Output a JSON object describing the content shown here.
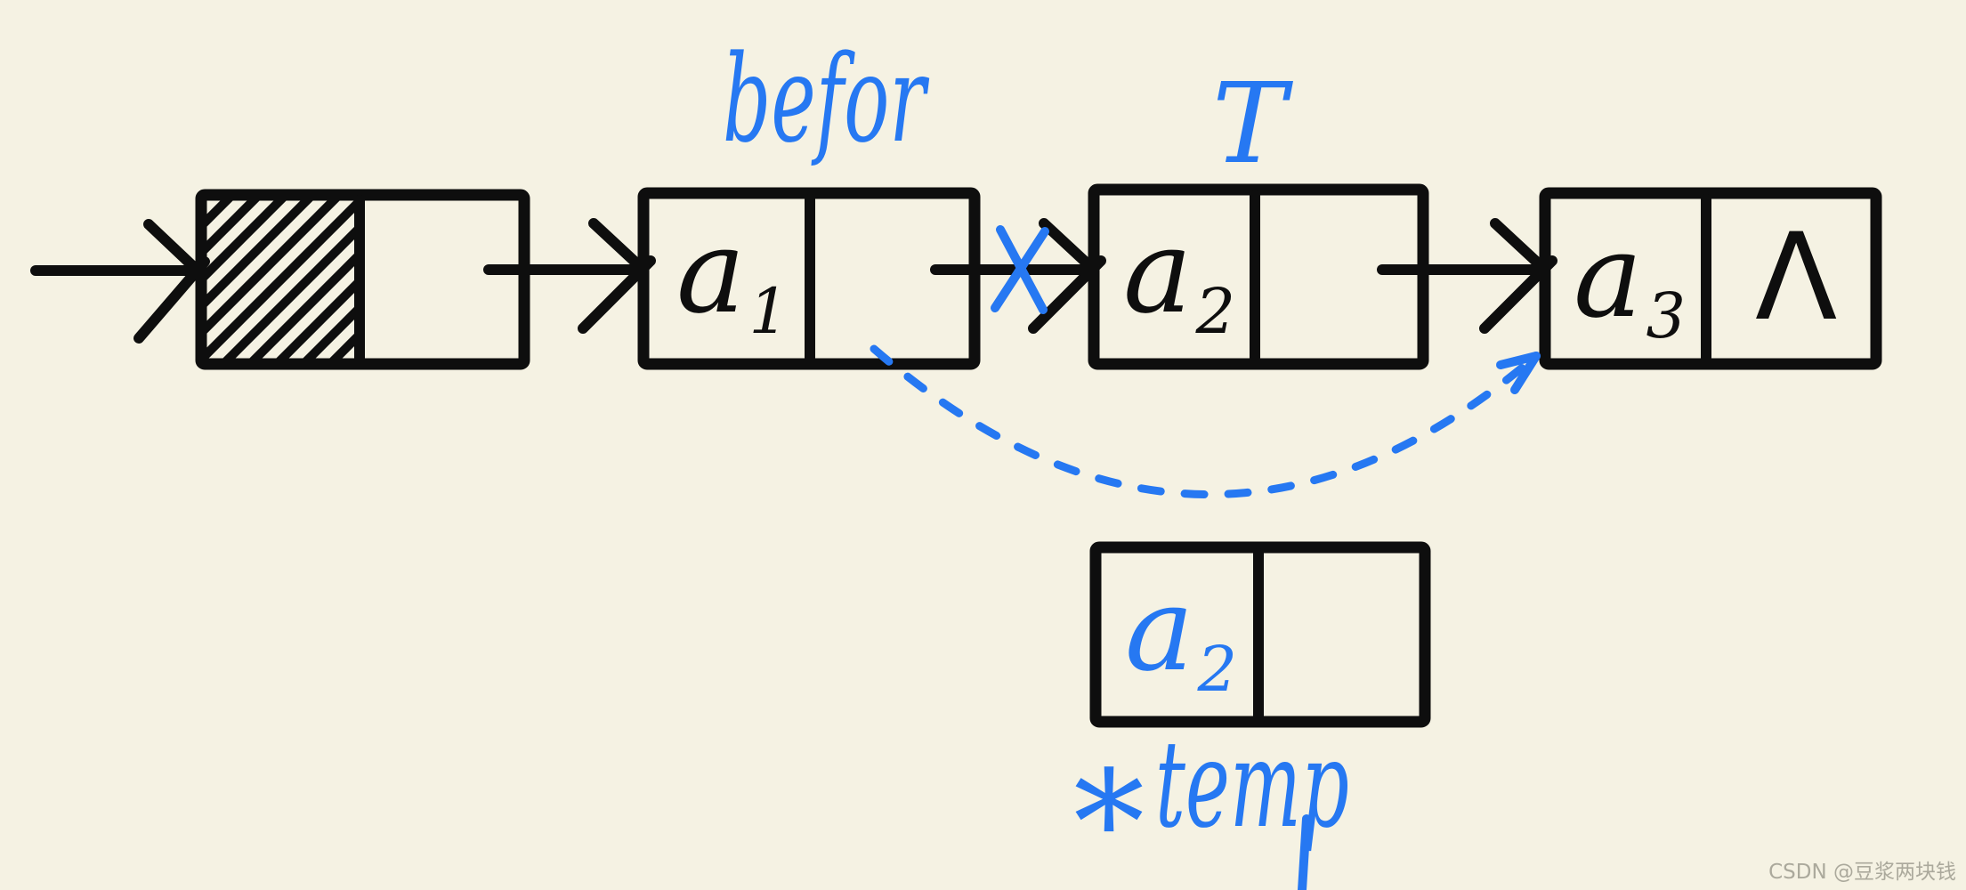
{
  "diagram": {
    "before_annotation": "befor",
    "t_annotation": "T",
    "temp_annotation": {
      "star": "*",
      "word": "temp"
    },
    "null_symbol": "Λ",
    "cells": {
      "a1": {
        "base": "a",
        "sub": "1"
      },
      "a2": {
        "base": "a",
        "sub": "2"
      },
      "a3": {
        "base": "a",
        "sub": "3"
      },
      "temp": {
        "base": "a",
        "sub": "2"
      }
    }
  },
  "colors": {
    "background": "#f5f2e3",
    "ink": "#0e0e0e",
    "blue": "#2678f2",
    "watermark": "#aba99c"
  },
  "watermark": {
    "text": "CSDN @豆浆两块钱"
  }
}
